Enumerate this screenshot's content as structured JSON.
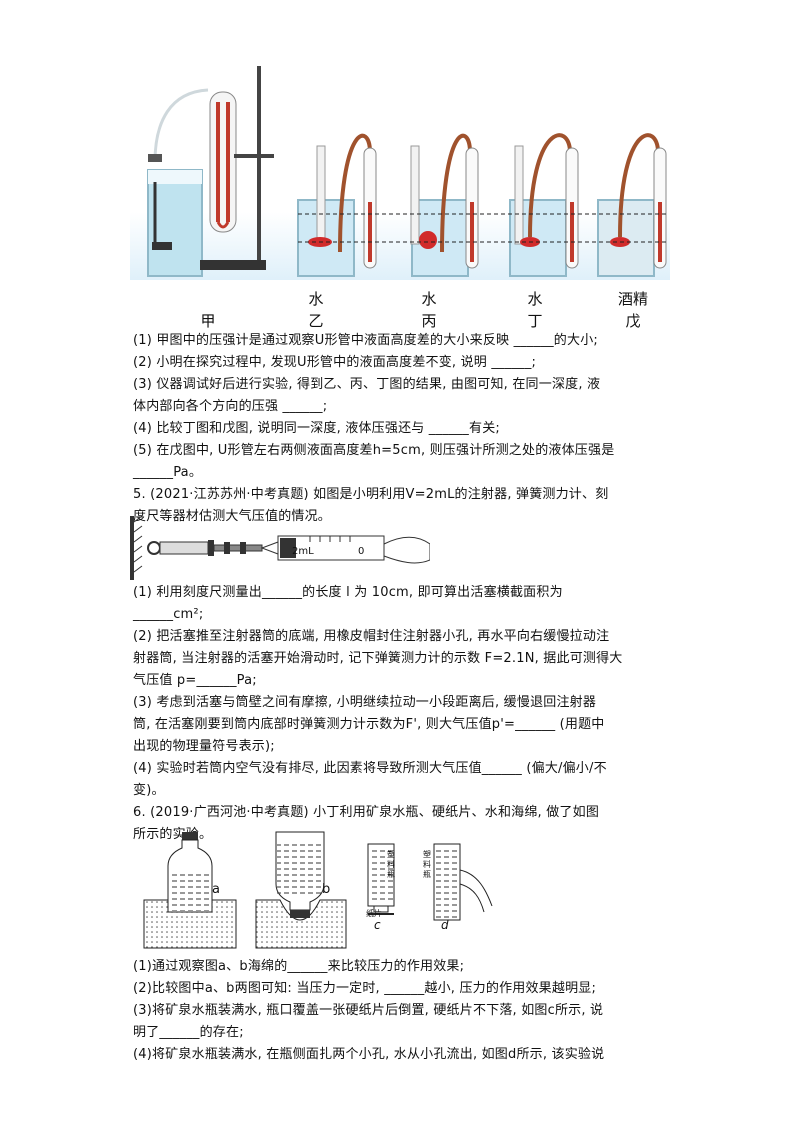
{
  "figure1": {
    "liquid_labels": [
      "水",
      "水",
      "水",
      "酒精"
    ],
    "panel_labels": [
      "甲",
      "乙",
      "丙",
      "丁",
      "戊"
    ]
  },
  "q4": {
    "items": [
      "(1) 甲图中的压强计是通过观察U形管中液面高度差的大小来反映 ______的大小;",
      "(2) 小明在探究过程中, 发现U形管中的液面高度差不变, 说明 ______;",
      "(3) 仪器调试好后进行实验, 得到乙、丙、丁图的结果, 由图可知, 在同一深度, 液",
      "体内部向各个方向的压强 ______;",
      "(4) 比较丁图和戊图, 说明同一深度, 液体压强还与 ______有关;",
      "(5) 在戊图中, U形管左右两侧液面高度差h=5cm, 则压强计所测之处的液体压强是",
      "______Pa。"
    ]
  },
  "q5": {
    "stem_lines": [
      "5. (2021·江苏苏州·中考真题) 如图是小明利用V=2mL的注射器, 弹簧测力计、刻",
      "度尺等器材估测大气压值的情况。"
    ],
    "syringe_label": "2mL",
    "zero_label": "0",
    "items": [
      "(1) 利用刻度尺测量出______的长度 l 为 10cm, 即可算出活塞横截面积为",
      "______cm²;",
      "(2) 把活塞推至注射器筒的底端, 用橡皮帽封住注射器小孔, 再水平向右缓慢拉动注",
      "射器筒, 当注射器的活塞开始滑动时, 记下弹簧测力计的示数 F=2.1N, 据此可测得大",
      "气压值 p=______Pa;",
      "(3) 考虑到活塞与筒壁之间有摩擦, 小明继续拉动一小段距离后, 缓慢退回注射器",
      "筒, 在活塞刚要到筒内底部时弹簧测力计示数为F', 则大气压值p'=______ (用题中",
      "出现的物理量符号表示);",
      "(4) 实验时若筒内空气没有排尽, 此因素将导致所测大气压值______ (偏大/偏小/不",
      "变)。"
    ]
  },
  "q6": {
    "stem_lines": [
      "6. (2019·广西河池·中考真题) 小丁利用矿泉水瓶、硬纸片、水和海绵, 做了如图",
      "所示的实验。"
    ],
    "fig_labels": {
      "a": "a",
      "b": "b",
      "c": "c",
      "d": "d",
      "plastic": "塑料瓶",
      "card": "纸片"
    },
    "items": [
      "(1)通过观察图a、b海绵的______来比较压力的作用效果;",
      "(2)比较图中a、b两图可知: 当压力一定时, ______越小, 压力的作用效果越明显;",
      "(3)将矿泉水瓶装满水, 瓶口覆盖一张硬纸片后倒置, 硬纸片不下落, 如图c所示, 说",
      "明了______的存在;",
      "(4)将矿泉水瓶装满水, 在瓶侧面扎两个小孔, 水从小孔流出, 如图d所示, 该实验说"
    ]
  },
  "colors": {
    "water": "#cfe9f5",
    "tube": "#c0392b",
    "sponge": "#e8e8e8"
  }
}
